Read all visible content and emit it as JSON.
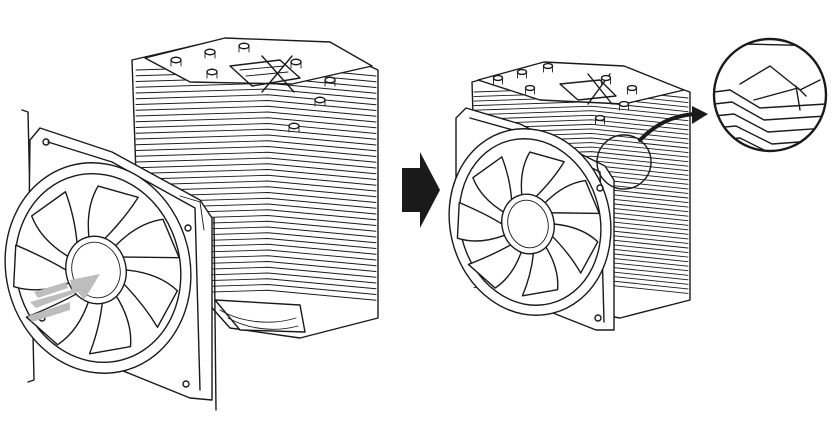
{
  "figure": {
    "panels": [
      {
        "id": "before",
        "fins": 40
      },
      {
        "id": "after",
        "fins": 44
      }
    ],
    "heatpipe_caps": 8,
    "fan_blades": 7,
    "colors": {
      "line": "#1a1a1a",
      "arrow_gray": "#bdbdbd",
      "background": "#ffffff"
    },
    "icons": [
      "step-arrow-icon",
      "push-arrow-icon",
      "magnify-callout-arrow-icon"
    ]
  }
}
